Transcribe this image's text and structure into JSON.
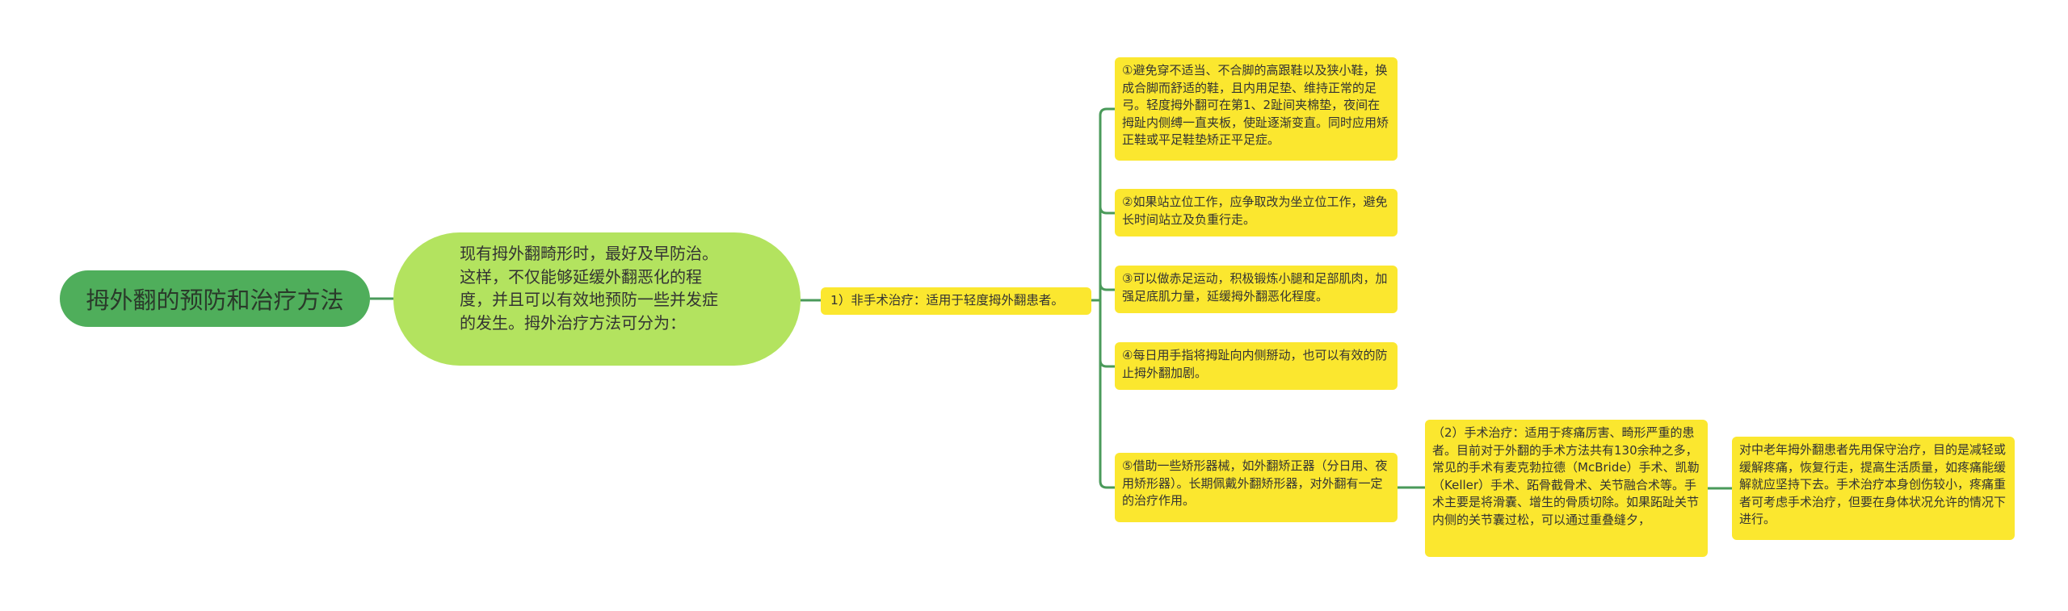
{
  "colors": {
    "root_fill": "#4fae5b",
    "subtopic_fill": "#b3e35f",
    "leaf_fill": "#fbe72f",
    "connector": "#4a9a5a",
    "background": "#ffffff"
  },
  "mindmap": {
    "root": {
      "label": "拇外翻的预防和治疗方法"
    },
    "subtopic": {
      "text": "现有拇外翻畸形时，最好及早防治。这样，不仅能够延缓外翻恶化的程度，并且可以有效地预防一些并发症的发生。拇外治疗方法可分为："
    },
    "branch_nonsurgical": {
      "label": "1）非手术治疗：适用于轻度拇外翻患者。",
      "items": [
        {
          "text": "①避免穿不适当、不合脚的高跟鞋以及狭小鞋，换成合脚而舒适的鞋，且内用足垫、维持正常的足弓。轻度拇外翻可在第1、2趾间夹棉垫，夜间在拇趾内侧缚一直夹板，使趾逐渐变直。同时应用矫正鞋或平足鞋垫矫正平足症。"
        },
        {
          "text": "②如果站立位工作，应争取改为坐立位工作，避免长时间站立及负重行走。"
        },
        {
          "text": "③可以做赤足运动，积极锻炼小腿和足部肌肉，加强足底肌力量，延缓拇外翻恶化程度。"
        },
        {
          "text": "④每日用手指将拇趾向内侧掰动，也可以有效的防止拇外翻加剧。"
        },
        {
          "text": "⑤借助一些矫形器械，如外翻矫正器（分日用、夜用矫形器）。长期佩戴外翻矫形器，对外翻有一定的治疗作用。"
        }
      ]
    },
    "branch_surgical": {
      "text": "（2）手术治疗：适用于疼痛厉害、畸形严重的患者。目前对于外翻的手术方法共有130余种之多，常见的手术有麦克勃拉德（McBride）手术、凯勒（Keller）手术、跖骨截骨术、关节融合术等。手术主要是将滑囊、增生的骨质切除。如果跖趾关节内侧的关节囊过松，可以通过重叠缝夕，",
      "child": {
        "text": "对中老年拇外翻患者先用保守治疗，目的是减轻或缓解疼痛，恢复行走，提高生活质量，如疼痛能缓解就应坚持下去。手术治疗本身创伤较小，疼痛重者可考虑手术治疗，但要在身体状况允许的情况下进行。"
      }
    }
  }
}
